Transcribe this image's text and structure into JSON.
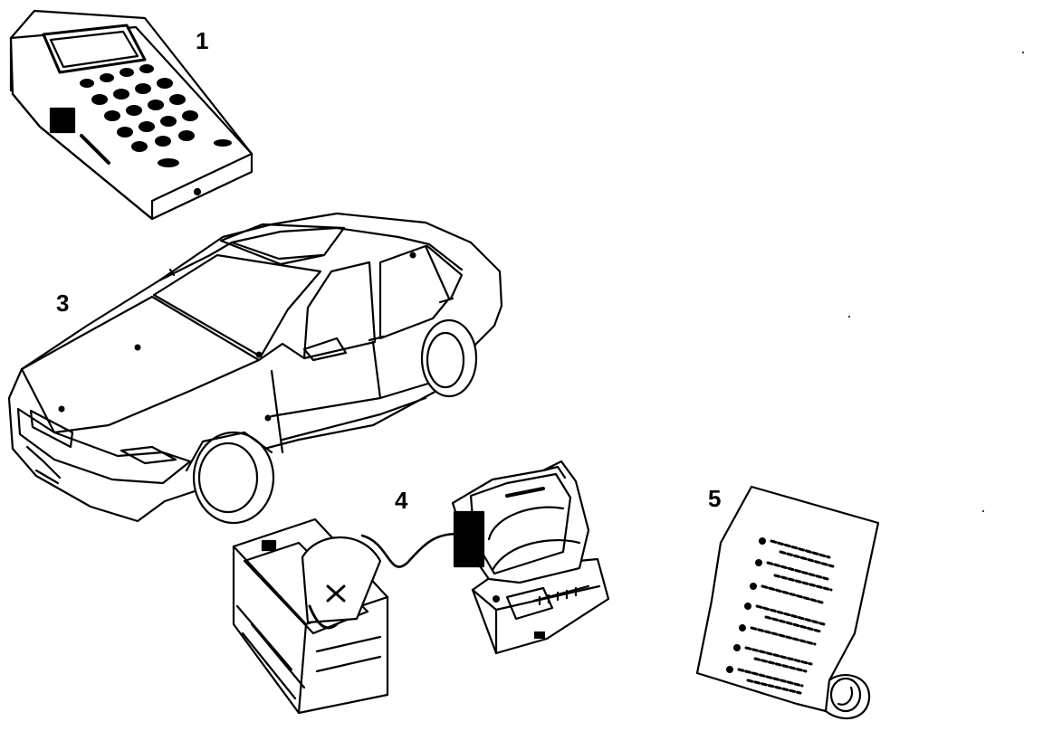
{
  "labels": {
    "item_1": "1",
    "item_3": "3",
    "item_4": "4",
    "item_5": "5"
  },
  "colors": {
    "ink": "#000000",
    "paper": "#ffffff"
  },
  "icons": [
    "diagnostic-tester-icon",
    "car-icon",
    "battery-icon",
    "charger-icon",
    "document-icon"
  ]
}
